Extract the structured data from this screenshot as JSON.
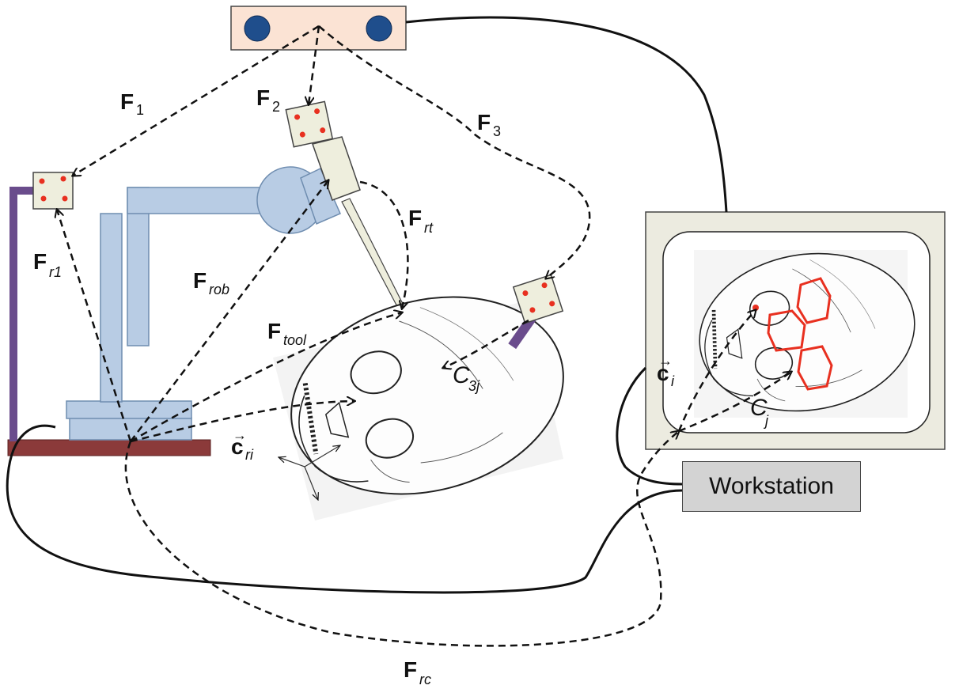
{
  "labels": {
    "f1": {
      "main": "F",
      "sub": "1"
    },
    "f2": {
      "main": "F",
      "sub": "2"
    },
    "f3": {
      "main": "F",
      "sub": "3"
    },
    "fr1": {
      "main": "F",
      "sub": "r1"
    },
    "frt": {
      "main": "F",
      "sub": "rt"
    },
    "frob": {
      "main": "F",
      "sub": "rob"
    },
    "ftool": {
      "main": "F",
      "sub": "tool"
    },
    "frc": {
      "main": "F",
      "sub": "rc"
    },
    "c3j": {
      "main": "C",
      "sub": "3j"
    },
    "cj": {
      "main": "C",
      "sub": "j"
    },
    "cri": {
      "main": "c",
      "sub": "ri",
      "arrow": "→"
    },
    "ci": {
      "main": "c",
      "sub": "i",
      "arrow": "→"
    }
  },
  "workstation": {
    "label": "Workstation"
  },
  "colors": {
    "camera_bar": "#fbe3d4",
    "camera_lens": "#1f4e8c",
    "robot": "#b8cce4",
    "base_plate": "#8b3a3a",
    "post": "#6a4c8c",
    "marker_plate": "#eeeedd",
    "marker_dot": "#e83020",
    "monitor": "#ecebe0",
    "contour": "#e83020"
  }
}
